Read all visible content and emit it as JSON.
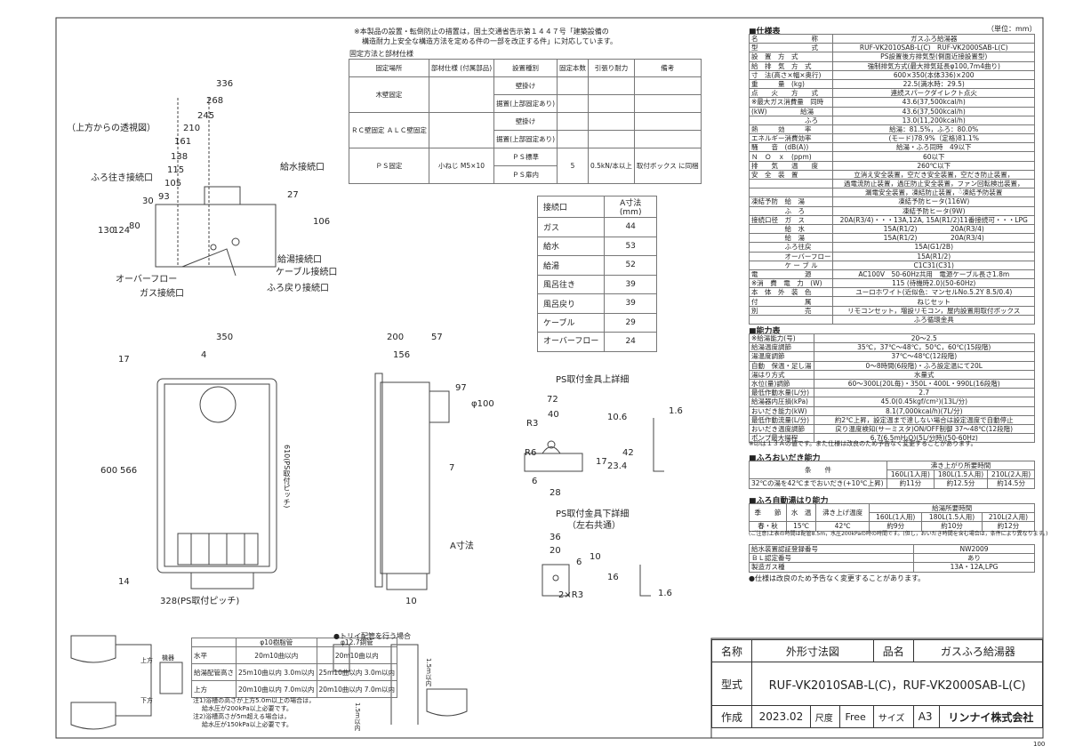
{
  "notice": {
    "line1": "※本製品の設置・転倒防止の措置は，国土交通省告示第１４４７号「建築設備の",
    "line2": "構造耐力上安全な構造方法を定める件の一部を改正する件」に対応しています。",
    "section": "固定方法と部材仕様"
  },
  "fix_table": {
    "headers": [
      "固定場所",
      "部材仕様\n(付属部品)",
      "設置種別",
      "固定本数",
      "引張り耐力",
      "備考"
    ],
    "rows": [
      {
        "place": "木壁固定",
        "types": [
          "壁掛け",
          "据置(上部固定あり)"
        ]
      },
      {
        "place": "ＲＣ壁固定\nＡＬＣ壁固定",
        "types": [
          "壁掛け",
          "据置(上部固定あり)"
        ]
      },
      {
        "place": "ＰＳ固定",
        "part": "小ねじ\nM5×10",
        "types": [
          "ＰＳ標準",
          "ＰＳ扉内"
        ],
        "count": "5",
        "strength": "0.5kN/本以上",
        "note": "取付ボックス\nに同梱"
      }
    ]
  },
  "top_view": {
    "label": "（上方からの透視図）",
    "dims": [
      "336",
      "268",
      "245",
      "210",
      "161",
      "138",
      "115",
      "105",
      "93"
    ],
    "vdims": [
      "130",
      "124",
      "80",
      "30",
      "27",
      "106"
    ],
    "labels": {
      "furo_iki": "ふろ往き接続口",
      "kyusui": "給水接続口",
      "kyuto": "給湯接続口",
      "cable": "ケーブル接続口",
      "overflow": "オーバーフロー",
      "gas": "ガス接続口",
      "furo_modori": "ふろ戻り接続口"
    }
  },
  "a_table": {
    "headers": [
      "接続口",
      "A寸法(mm)"
    ],
    "rows": [
      [
        "ガス",
        "44"
      ],
      [
        "給水",
        "53"
      ],
      [
        "給湯",
        "52"
      ],
      [
        "風呂往き",
        "39"
      ],
      [
        "風呂戻り",
        "39"
      ],
      [
        "ケーブル",
        "29"
      ],
      [
        "オーバーフロー",
        "24"
      ]
    ]
  },
  "front_view": {
    "dims": [
      "350",
      "4",
      "17",
      "600",
      "566",
      "610(PS取付ピッチ)",
      "328(PS取付ピッチ)",
      "14"
    ]
  },
  "side_view": {
    "dims": [
      "200",
      "57",
      "156",
      "97",
      "φ100",
      "7",
      "A寸法",
      "10"
    ]
  },
  "ps_upper": {
    "title": "PS取付金具上詳細",
    "dims": [
      "72",
      "40",
      "R3",
      "R6",
      "10.6",
      "42",
      "23.4",
      "17",
      "6",
      "28",
      "1.6"
    ]
  },
  "ps_lower": {
    "title": "PS取付金具下詳細",
    "subtitle": "（左右共通）",
    "dims": [
      "36",
      "20",
      "6",
      "10",
      "16",
      "2×R3",
      "1.6"
    ]
  },
  "spec": {
    "title": "■仕様表",
    "unit": "（単位：mm）",
    "rows": [
      [
        "名　　　　　　　　称",
        "ガスふろ給湯器"
      ],
      [
        "型　　　　　　　　式",
        "RUF-VK2010SAB-L(C)　RUF-VK2000SAB-L(C)"
      ],
      [
        "設　置　方　式",
        "PS設置後方排気型(側面近接設置型)"
      ],
      [
        "給　排　気　方　式",
        "強制排気方式(最大排気延長φ100,7m4曲り)"
      ],
      [
        "寸　法(高さ×幅×奥行)",
        "600×350(本体336)×200"
      ],
      [
        "重　　　量　(kg)",
        "22.5(満水時：29.5)"
      ],
      [
        "点　　火　　方　　式",
        "連続スパークダイレクト点火"
      ],
      [
        "※最大ガス消費量　同時",
        "43.6(37,500kcal/h)"
      ],
      [
        "(kW)　　　　　給湯",
        "43.6(37,500kcal/h)"
      ],
      [
        "　　　　　　　　ふろ",
        "13.0(11,200kcal/h)"
      ],
      [
        "熱　　　効　　　率",
        "給湯：81.5%，ふろ：80.0%"
      ],
      [
        "エネルギー消費効率",
        "(モード)78.9%（定格)81.1%"
      ],
      [
        "騒　　音　(dB(A))",
        "給湯・ふろ同時　49以下"
      ],
      [
        "Ｎ　Ｏ　ｘ　(ppm)",
        "60以下"
      ],
      [
        "排　　気　　温　　度",
        "260℃以下"
      ],
      [
        "安　全　装　置",
        "立消え安全装置，空だき安全装置，空だき防止装置，"
      ],
      [
        "",
        "過電流防止装置，過圧防止安全装置，ファン回転検出装置，"
      ],
      [
        "",
        "漏電安全装置，凍結防止装置，់凍結予防装置"
      ],
      [
        "凍結予防　給　湯",
        "凍結予防ヒータ(116W)"
      ],
      [
        "　　　　　ふ　ろ",
        "凍結予防ヒータ(9W)"
      ],
      [
        "接続口径　ガ　ス",
        "20A(R3/4)・・・13A,12A, 15A(R1/2)11番接続可・・・LPG"
      ],
      [
        "　　　　　給　水",
        "15A(R1/2)　　　　　20A(R3/4)"
      ],
      [
        "　　　　　給　湯",
        "15A(R1/2)　　　　　20A(R3/4)"
      ],
      [
        "　　　　　ふろ往戻",
        "15A(G1/2B)"
      ],
      [
        "　　　　　オーバーフロー",
        "15A(R1/2)"
      ],
      [
        "　　　　　ケ ー ブ ル",
        "C1C31(C31)"
      ],
      [
        "電　　　　　　　源",
        "AC100V　50-60Hz共用　電源ケーブル長さ1.8m"
      ],
      [
        "※消　費　電　力　(W)",
        "115 (待機時2.0)(50-60Hz)"
      ],
      [
        "本　体　外　装　色",
        "ユーロホワイト(近似色：マンセルNo.5.2Y 8.5/0.4)"
      ],
      [
        "付　　　　　　　属",
        "ねじセット"
      ],
      [
        "別　　　　　　　売",
        "リモコンセット，増設リモコン，屋内設置用取付ボックス"
      ],
      [
        "",
        "ふろ循環金具"
      ]
    ]
  },
  "capacity": {
    "title": "■能力表",
    "rows": [
      [
        "※給湯能力(号)",
        "20～2.5"
      ],
      [
        "給湯温度調節",
        "35℃，37℃～48℃，50℃，60℃(15段階)"
      ],
      [
        "湯温度調節",
        "37℃～48℃(12段階)"
      ],
      [
        "自動　保温・足し湯",
        "0～8時間(6段階)・ふろ設定温にて20L"
      ],
      [
        "湯はり方式",
        "水量式"
      ],
      [
        "水位(量)調節",
        "60～300L(20L毎)・350L・400L・990L(16段階)"
      ],
      [
        "最低作動水量(L/分)",
        "2.7"
      ],
      [
        "給湯器内圧損(kPa)",
        "45.0(0.45kgf/cm²)(13L/分)"
      ],
      [
        "おいだき能力(kW)",
        "8.1(7,000kcal/h)(7L/分)"
      ],
      [
        "最低作動流量(L/分)",
        "約2℃上昇，設定温まで達しない場合は設定温度で自動停止"
      ],
      [
        "おいだき温度調節",
        "戻り温度検知(サーミスタ)ON/OFF制御 37～48℃(12段階)"
      ],
      [
        "ポンプ最大揚程",
        "6.7(6.5mH₂O)(5L/分時)(50-60Hz)"
      ]
    ],
    "note": "※印は１３Ａの値です。また仕様は改良のため予告なく変更することがあります。"
  },
  "oidaki": {
    "title": "■ふろおいだき能力",
    "headers": [
      "条　　件",
      "沸き上がり所要時間"
    ],
    "sub": [
      "160L(1人用)",
      "180L(1.5人用)",
      "210L(2人用)"
    ],
    "row": [
      "32℃の湯を42℃までおいだき(+10℃上昇)",
      "約11分",
      "約12.5分",
      "約14.5分"
    ]
  },
  "auto": {
    "title": "■ふろ自動湯はり能力",
    "headers": [
      "季　　節",
      "水　温",
      "沸き上げ温度",
      "給湯所要時間"
    ],
    "sub": [
      "160L(1人用)",
      "180L(1.5人用)",
      "210L(2人用)"
    ],
    "row": [
      "春・秋",
      "15℃",
      "42℃",
      "約9分",
      "約10分",
      "約12分"
    ],
    "note": "(ご注意)上表の時間は配管8.5m，水圧200kPaの時の時間です。(但し，おいだき時間を含む場合は，条件により異なります。)"
  },
  "cert": {
    "rows": [
      [
        "給水装置認証登録番号",
        "NW2009"
      ],
      [
        "ＢＬ認定番号",
        "あり"
      ],
      [
        "製造ガス種",
        "13A・12A,LPG"
      ]
    ],
    "note": "●仕様は改良のため予告なく変更することがあります。"
  },
  "pipe": {
    "headers": [
      "",
      "φ10樹脂管",
      "φ12.7銅管"
    ],
    "rows": [
      [
        "水平",
        "20m10曲以内",
        "20m10曲以内"
      ],
      [
        "給湯配管高さ",
        "25m10曲以内\n3.0m以内",
        "25m10曲以内\n3.0m以内"
      ],
      [
        "上方",
        "20m10曲以内\n7.0m以内",
        "20m10曲以内\n7.0m以内"
      ]
    ],
    "notes": [
      "注1)浴槽の高さが上方5.0m以上の場合は，",
      "給水圧が200kPa以上必要です。",
      "注2)浴槽高さが5m超える場合は，",
      "給水圧が150kPa以上必要です。"
    ],
    "trap_title": "●トリイ配管を行う場合",
    "labels": [
      "機器",
      "上方",
      "下方",
      "1.5m以内",
      "1.5m以内"
    ]
  },
  "titleblock": {
    "name_label": "名称",
    "name": "外形寸法図",
    "product_label": "品名",
    "product": "ガスふろ給湯器",
    "model_label": "型式",
    "model": "RUF-VK2010SAB-L(C)，RUF-VK2000SAB-L(C)",
    "made_label": "作成",
    "date": "2023.02",
    "scale_label": "尺度",
    "scale": "Free",
    "size_label": "サイズ",
    "size": "A3",
    "company": "リンナイ株式会社",
    "code": "100"
  }
}
